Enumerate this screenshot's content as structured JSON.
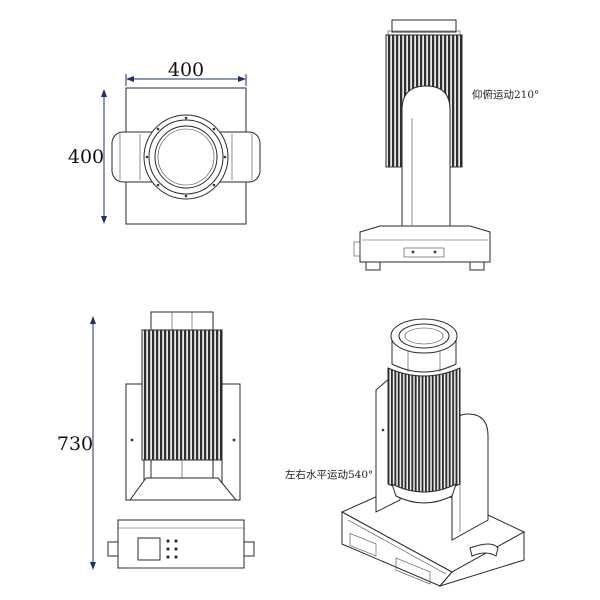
{
  "views": {
    "top": {
      "width_label": "400",
      "depth_label": "400"
    },
    "side": {
      "tilt_label": "仰俯运动210°"
    },
    "front": {
      "height_label": "730"
    },
    "iso": {
      "pan_label": "左右水平运动540°"
    }
  },
  "colors": {
    "dimension_line": "#1f2f6e",
    "outline": "#2a2a2a",
    "fin_dark": "#303030"
  }
}
